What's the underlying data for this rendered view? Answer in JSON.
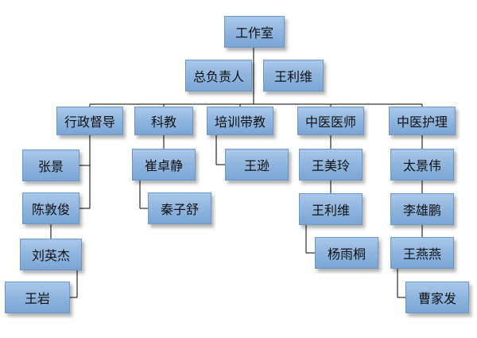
{
  "root": "工作室",
  "leads": [
    "总负责人",
    "王利维"
  ],
  "departments": [
    {
      "name": "行政督导",
      "members": [
        "张景",
        "陈敦俊",
        "刘英杰",
        "王岩"
      ]
    },
    {
      "name": "科教",
      "members": [
        "崔卓静",
        "秦子舒"
      ]
    },
    {
      "name": "培训带教",
      "members": [
        "王逊"
      ]
    },
    {
      "name": "中医医师",
      "members": [
        "王美玲",
        "王利维",
        "杨雨桐"
      ]
    },
    {
      "name": "中医护理",
      "members": [
        "太景伟",
        "李雄鹏",
        "王燕燕",
        "曹家发"
      ]
    }
  ]
}
